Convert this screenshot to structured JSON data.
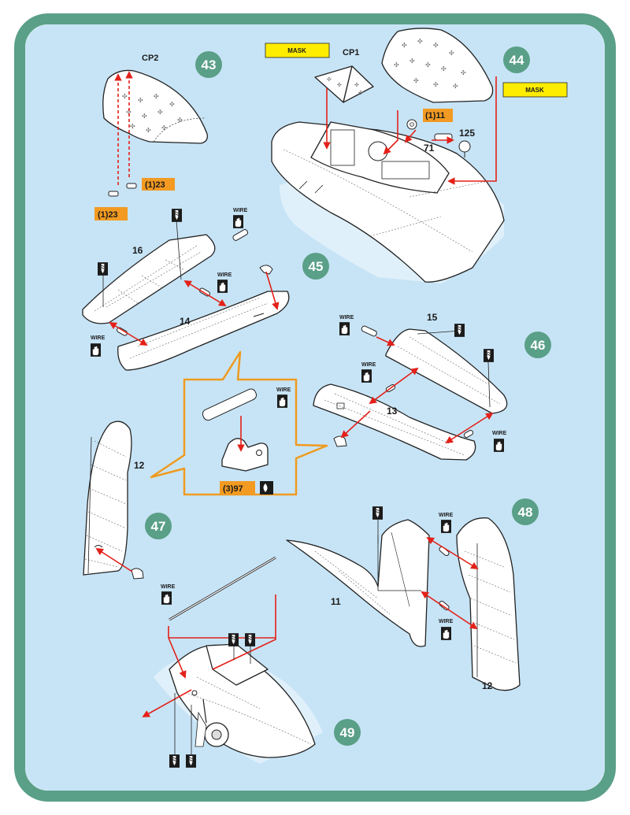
{
  "steps": [
    "43",
    "44",
    "45",
    "46",
    "47",
    "48",
    "49"
  ],
  "mask_label": "MASK",
  "wire_label": "WIRE",
  "canopy_parts": {
    "cp1": "CP1",
    "cp2": "CP2"
  },
  "part_tags": {
    "t1_23a": "(1)23",
    "t1_23b": "(1)23",
    "t1_11": "(1)11",
    "t3_97": "(3)97"
  },
  "part_numbers": {
    "n125": "125",
    "n71": "71",
    "n16": "16",
    "n14": "14",
    "n15": "15",
    "n13": "13",
    "n12a": "12",
    "n11": "11",
    "n12b": "12"
  },
  "colors": {
    "border": "#5a9f87",
    "background": "#c7e4f6",
    "arrow": "#e32119",
    "tag_orange": "#f29a22",
    "mask_yellow": "#ffed00",
    "step_circle": "#5a9f87",
    "callout": "#ef9a1f"
  },
  "icons": [
    "drill-hole-icon",
    "glue-hand-icon",
    "decal-icon"
  ]
}
